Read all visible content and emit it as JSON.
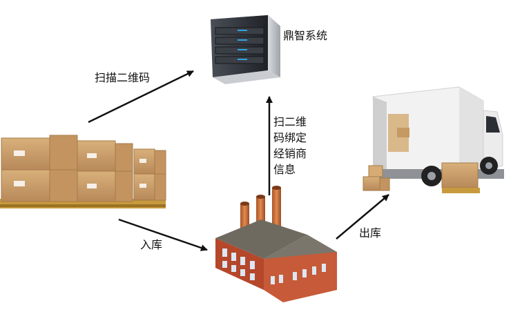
{
  "labels": {
    "scan_qr": "扫描二维码",
    "system_name": "鼎智系统",
    "bind_info_lines": [
      "扫二维",
      "码绑定",
      "经销商",
      "信息"
    ],
    "inbound": "入库",
    "outbound": "出库"
  },
  "icons": {
    "server": "server-icon",
    "boxes": "pallet-boxes-icon",
    "factory": "factory-icon",
    "truck": "delivery-truck-icon"
  },
  "colors": {
    "arrow": "#111111",
    "box": "#c9a06b",
    "factory_brick": "#b5472b",
    "chimney": "#c9743a",
    "server_body": "#2a2d33",
    "server_led": "#2fa3e6",
    "truck_body": "#f2f2f2"
  }
}
